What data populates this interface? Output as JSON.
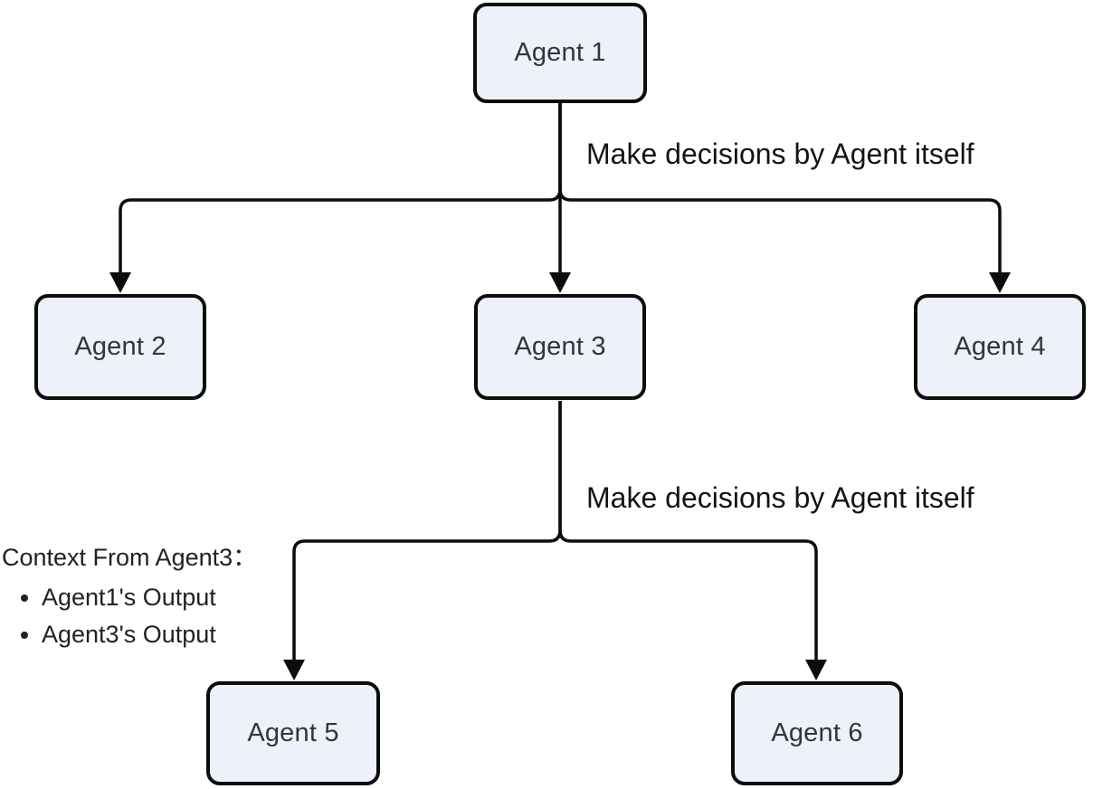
{
  "diagram": {
    "nodes": [
      {
        "id": "agent1",
        "label": "Agent 1"
      },
      {
        "id": "agent2",
        "label": "Agent 2"
      },
      {
        "id": "agent3",
        "label": "Agent 3"
      },
      {
        "id": "agent4",
        "label": "Agent 4"
      },
      {
        "id": "agent5",
        "label": "Agent 5"
      },
      {
        "id": "agent6",
        "label": "Agent 6"
      }
    ],
    "edge_labels": [
      {
        "id": "label-top",
        "text": "Make decisions by Agent itself"
      },
      {
        "id": "label-bottom",
        "text": "Make decisions by Agent itself"
      }
    ],
    "context_note": {
      "title": "Context From Agent3：",
      "items": [
        "Agent1's Output",
        "Agent3's Output"
      ]
    },
    "colors": {
      "background": "#ffffff",
      "node_fill": "#ecf1fa",
      "node_border": "#0c0c0c",
      "connector": "#0c0c0c",
      "node_text": "#2f3640",
      "label_text": "#141414"
    }
  }
}
